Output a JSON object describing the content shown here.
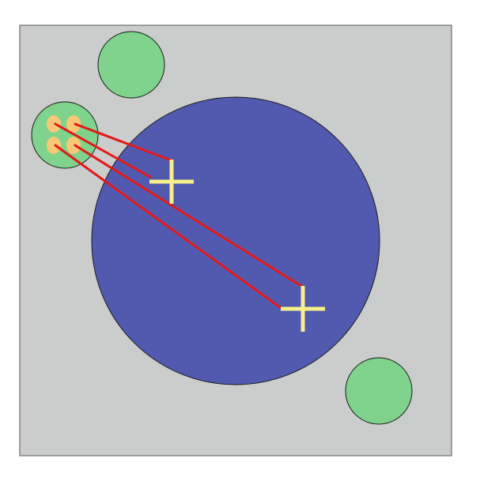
{
  "colors": {
    "page_background": "#ffffff",
    "panel_fill": "#cbcccc",
    "panel_stroke": "#6e6e6e",
    "large_disc_fill": "#525ab0",
    "small_disc_fill": "#7fd38c",
    "outline": "#1a1a1a",
    "marker_fill": "#f9c776",
    "link_line": "#e31919",
    "crosshair": "#f7f08a"
  },
  "icons": {
    "target_marker": "plus-crosshair",
    "source_marker": "ellipse-dot"
  },
  "scene": {
    "panel_count": 1,
    "large_discs": 1,
    "small_discs": 3,
    "source_markers": 4,
    "links": 4,
    "targets": 2
  }
}
